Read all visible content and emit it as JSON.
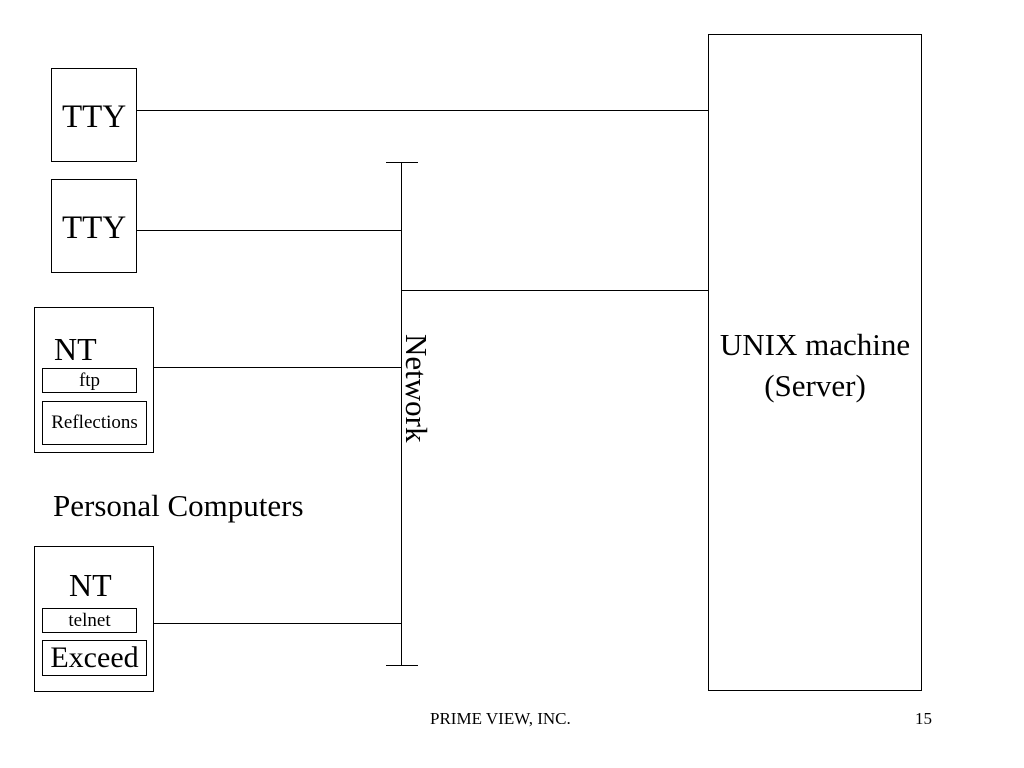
{
  "diagram": {
    "tty_top": "TTY",
    "tty_second": "TTY",
    "nt_first": {
      "title": "NT",
      "app1": "ftp",
      "app2": "Reflections"
    },
    "nt_second": {
      "title": "NT",
      "app1": "telnet",
      "app2": "Exceed"
    },
    "personal_computers_label": "Personal Computers",
    "network_label": "Network",
    "server": {
      "line1": "UNIX machine",
      "line2": "(Server)"
    }
  },
  "footer": {
    "company": "PRIME VIEW, INC.",
    "page_number": "15"
  }
}
